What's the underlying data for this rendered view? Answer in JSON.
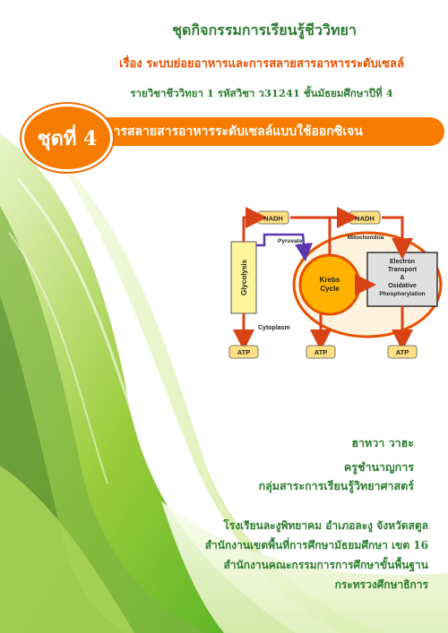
{
  "header": {
    "title": "ชุดกิจกรรมการเรียนรู้ชีววิทยา",
    "topic": "เรื่อง  ระบบย่อยอาหารและการสลายสารอาหารระดับเซลล์",
    "course": "รายวิชาชีววิทยา 1  รหัสวิชา  ว31241   ชั้นมัธยมศึกษาปีที่ 4"
  },
  "set": {
    "badge": "ชุดที่ 4",
    "banner": "การสลายสารอาหารระดับเซลล์แบบใช้ออกซิเจน"
  },
  "diagram": {
    "nadh_left": "NADH",
    "nadh_right": "NADH",
    "pyruvate": "Pyruvate",
    "mitochondria": "Mitochondria",
    "glycolysis": "Glycolysis",
    "krebs_1": "Krebs",
    "krebs_2": "Cycle",
    "et_1": "Electron",
    "et_2": "Transport",
    "et_3": "&",
    "et_4": "Oxidative",
    "et_5": "Phosphorylation",
    "cytoplasm": "Cytoplasm",
    "atp_1": "ATP",
    "atp_2": "ATP",
    "atp_3": "ATP"
  },
  "author": {
    "name": "ฮาหวา   วาฮะ",
    "position": "ครูชำนาญการ",
    "department": "กลุ่มสาระการเรียนรู้วิทยาศาสตร์"
  },
  "school": {
    "name": "โรงเรียนละงูพิทยาคม  อำเภอละงู  จังหวัดสตูล",
    "office": "สำนักงานเขตพื้นที่การศึกษามัธยมศึกษา  เขต  16",
    "commission": "สำนักงานคณะกรรมการการศึกษาขั้นพื้นฐาน",
    "ministry": "กระทรวงศึกษาธิการ"
  },
  "colors": {
    "green_text": "#2e7d32",
    "orange": "#f57c00",
    "krebs_fill": "#ffb300",
    "arrow_red": "#d84315"
  }
}
